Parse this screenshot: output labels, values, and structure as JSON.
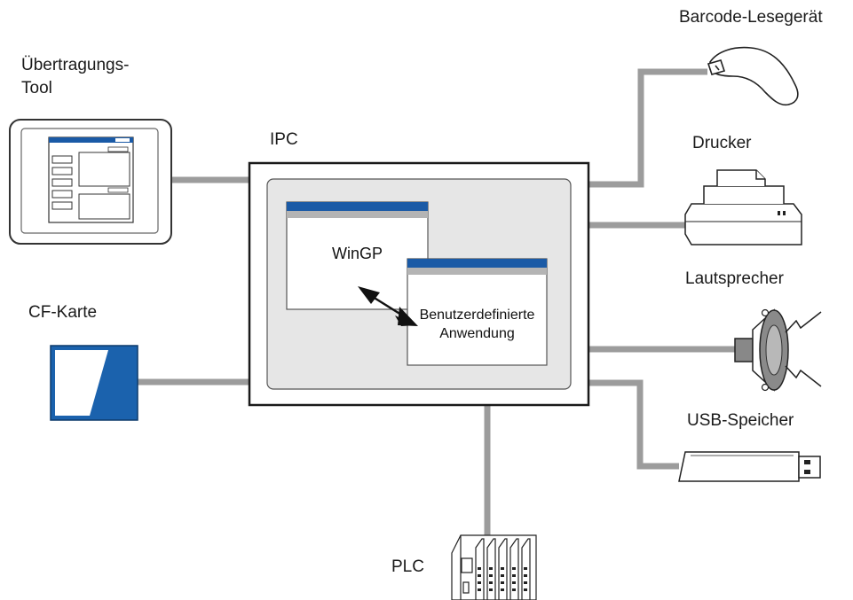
{
  "labels": {
    "tool_line1": "Übertragungs-",
    "tool_line2": "Tool",
    "ipc": "IPC",
    "cf_card": "CF-Karte",
    "plc": "PLC",
    "barcode": "Barcode-Lesegerät",
    "printer": "Drucker",
    "speaker": "Lautsprecher",
    "usb": "USB-Speicher"
  },
  "windows": {
    "wingp": "WinGP",
    "custom_app_line1": "Benutzerdefinierte",
    "custom_app_line2": "Anwendung"
  },
  "colors": {
    "connector": "#9c9c9c",
    "title_bar": "#1a5aa6",
    "title_sub": "#b4b4b4",
    "screen_bg": "#e6e6e6",
    "cf_blue": "#1b62ad"
  },
  "icons": [
    "transfer-tool-monitor-icon",
    "cf-card-icon",
    "plc-rack-icon",
    "barcode-scanner-icon",
    "printer-icon",
    "speaker-icon",
    "usb-stick-icon"
  ]
}
